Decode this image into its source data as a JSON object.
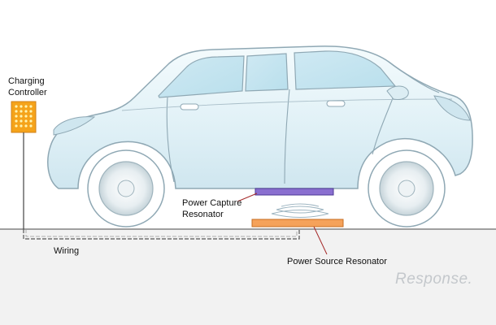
{
  "labels": {
    "controller_line1": "Charging",
    "controller_line2": "Controller",
    "capture_line1": "Power Capture",
    "capture_line2": "Resonator",
    "wiring": "Wiring",
    "source": "Power Source Resonator"
  },
  "watermark": "Response.",
  "colors": {
    "car_body": "#e4f3f8",
    "car_outline": "#8fa8b4",
    "controller": "#f5a31a",
    "capture_resonator": "#8a6fd0",
    "source_resonator": "#f5a25a",
    "leader_line": "#a52a2a",
    "ground": "#f2f2f2"
  }
}
